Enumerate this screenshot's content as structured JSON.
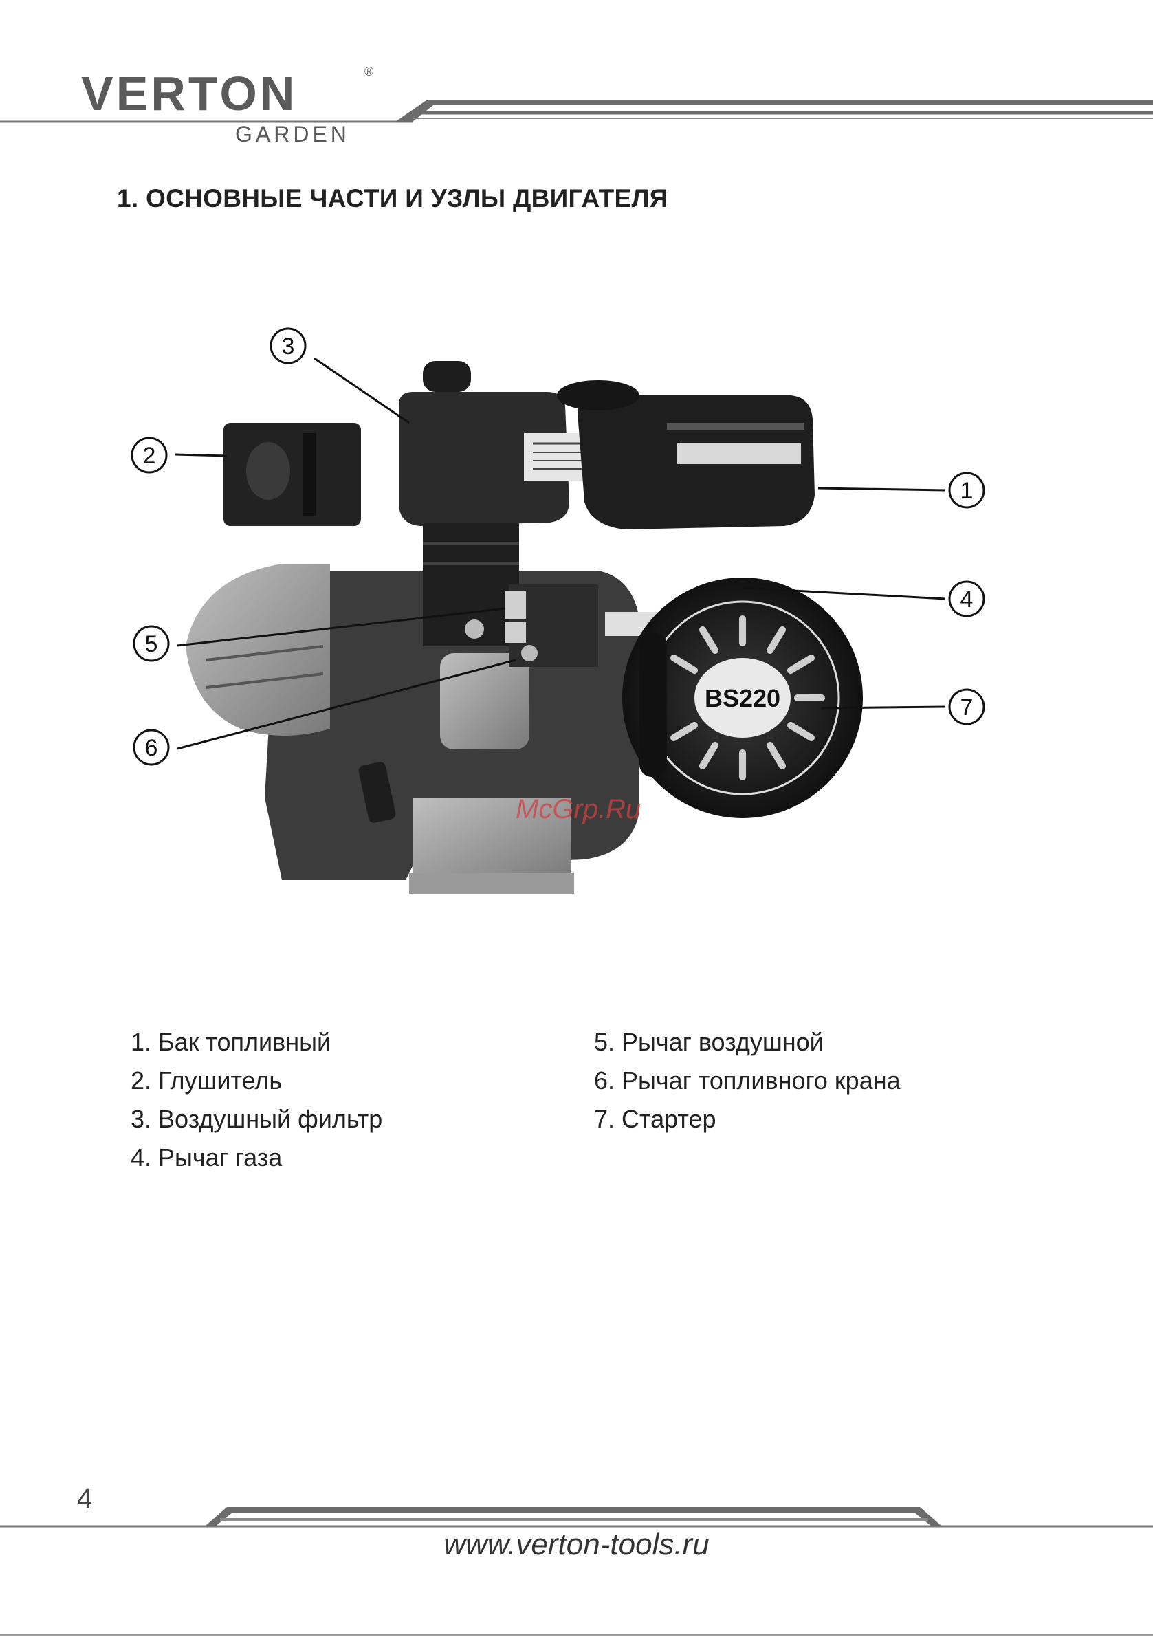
{
  "header": {
    "brand": "VERTON",
    "brand_sub": "GARDEN",
    "registered_mark": "®"
  },
  "section": {
    "title": "1. ОСНОВНЫЕ ЧАСТИ И УЗЛЫ ДВИГАТЕЛЯ"
  },
  "figure": {
    "callouts": [
      "1",
      "2",
      "3",
      "4",
      "5",
      "6",
      "7"
    ],
    "model_label": "BS220",
    "watermark": "McGrp.Ru"
  },
  "parts": {
    "left": [
      "1. Бак топливный",
      "2. Глушитель",
      "3. Воздушный фильтр",
      "4. Рычаг газа"
    ],
    "right": [
      "5. Рычаг воздушной",
      "6. Рычаг топливного крана",
      "7. Стартер"
    ]
  },
  "footer": {
    "page_number": "4",
    "url": "www.verton-tools.ru"
  }
}
